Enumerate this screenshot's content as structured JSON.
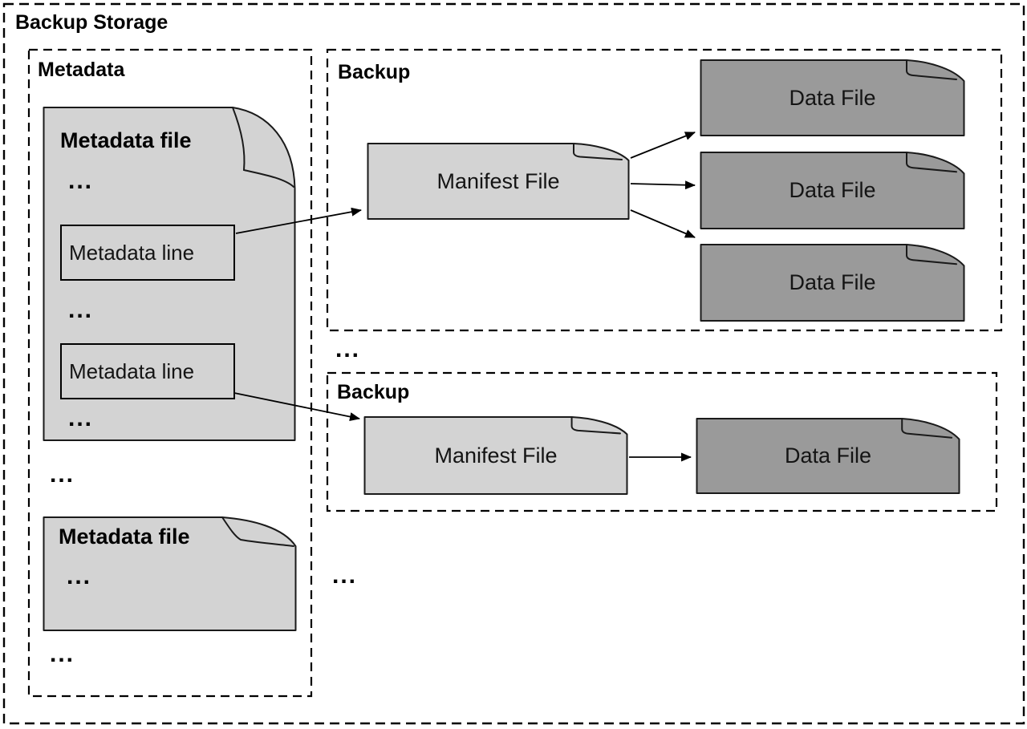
{
  "colors": {
    "file_light": "#d3d3d3",
    "file_dark": "#9a9a9a",
    "stroke": "#1a1a1a"
  },
  "root_label": "Backup Storage",
  "metadata": {
    "label": "Metadata",
    "file1": {
      "title": "Metadata file",
      "dots_top": "...",
      "line1": "Metadata line",
      "dots_mid": "...",
      "line2": "Metadata line",
      "dots_bottom": "..."
    },
    "dots_after_file1": "...",
    "file2": {
      "title": "Metadata file",
      "dots": "..."
    },
    "dots_after_file2": "..."
  },
  "backup1": {
    "label": "Backup",
    "manifest_label": "Manifest File",
    "data_files": [
      "Data File",
      "Data File",
      "Data File"
    ]
  },
  "dots_between_backups": "...",
  "backup2": {
    "label": "Backup",
    "manifest_label": "Manifest File",
    "data_files": [
      "Data File"
    ]
  },
  "dots_after_backup2": "..."
}
